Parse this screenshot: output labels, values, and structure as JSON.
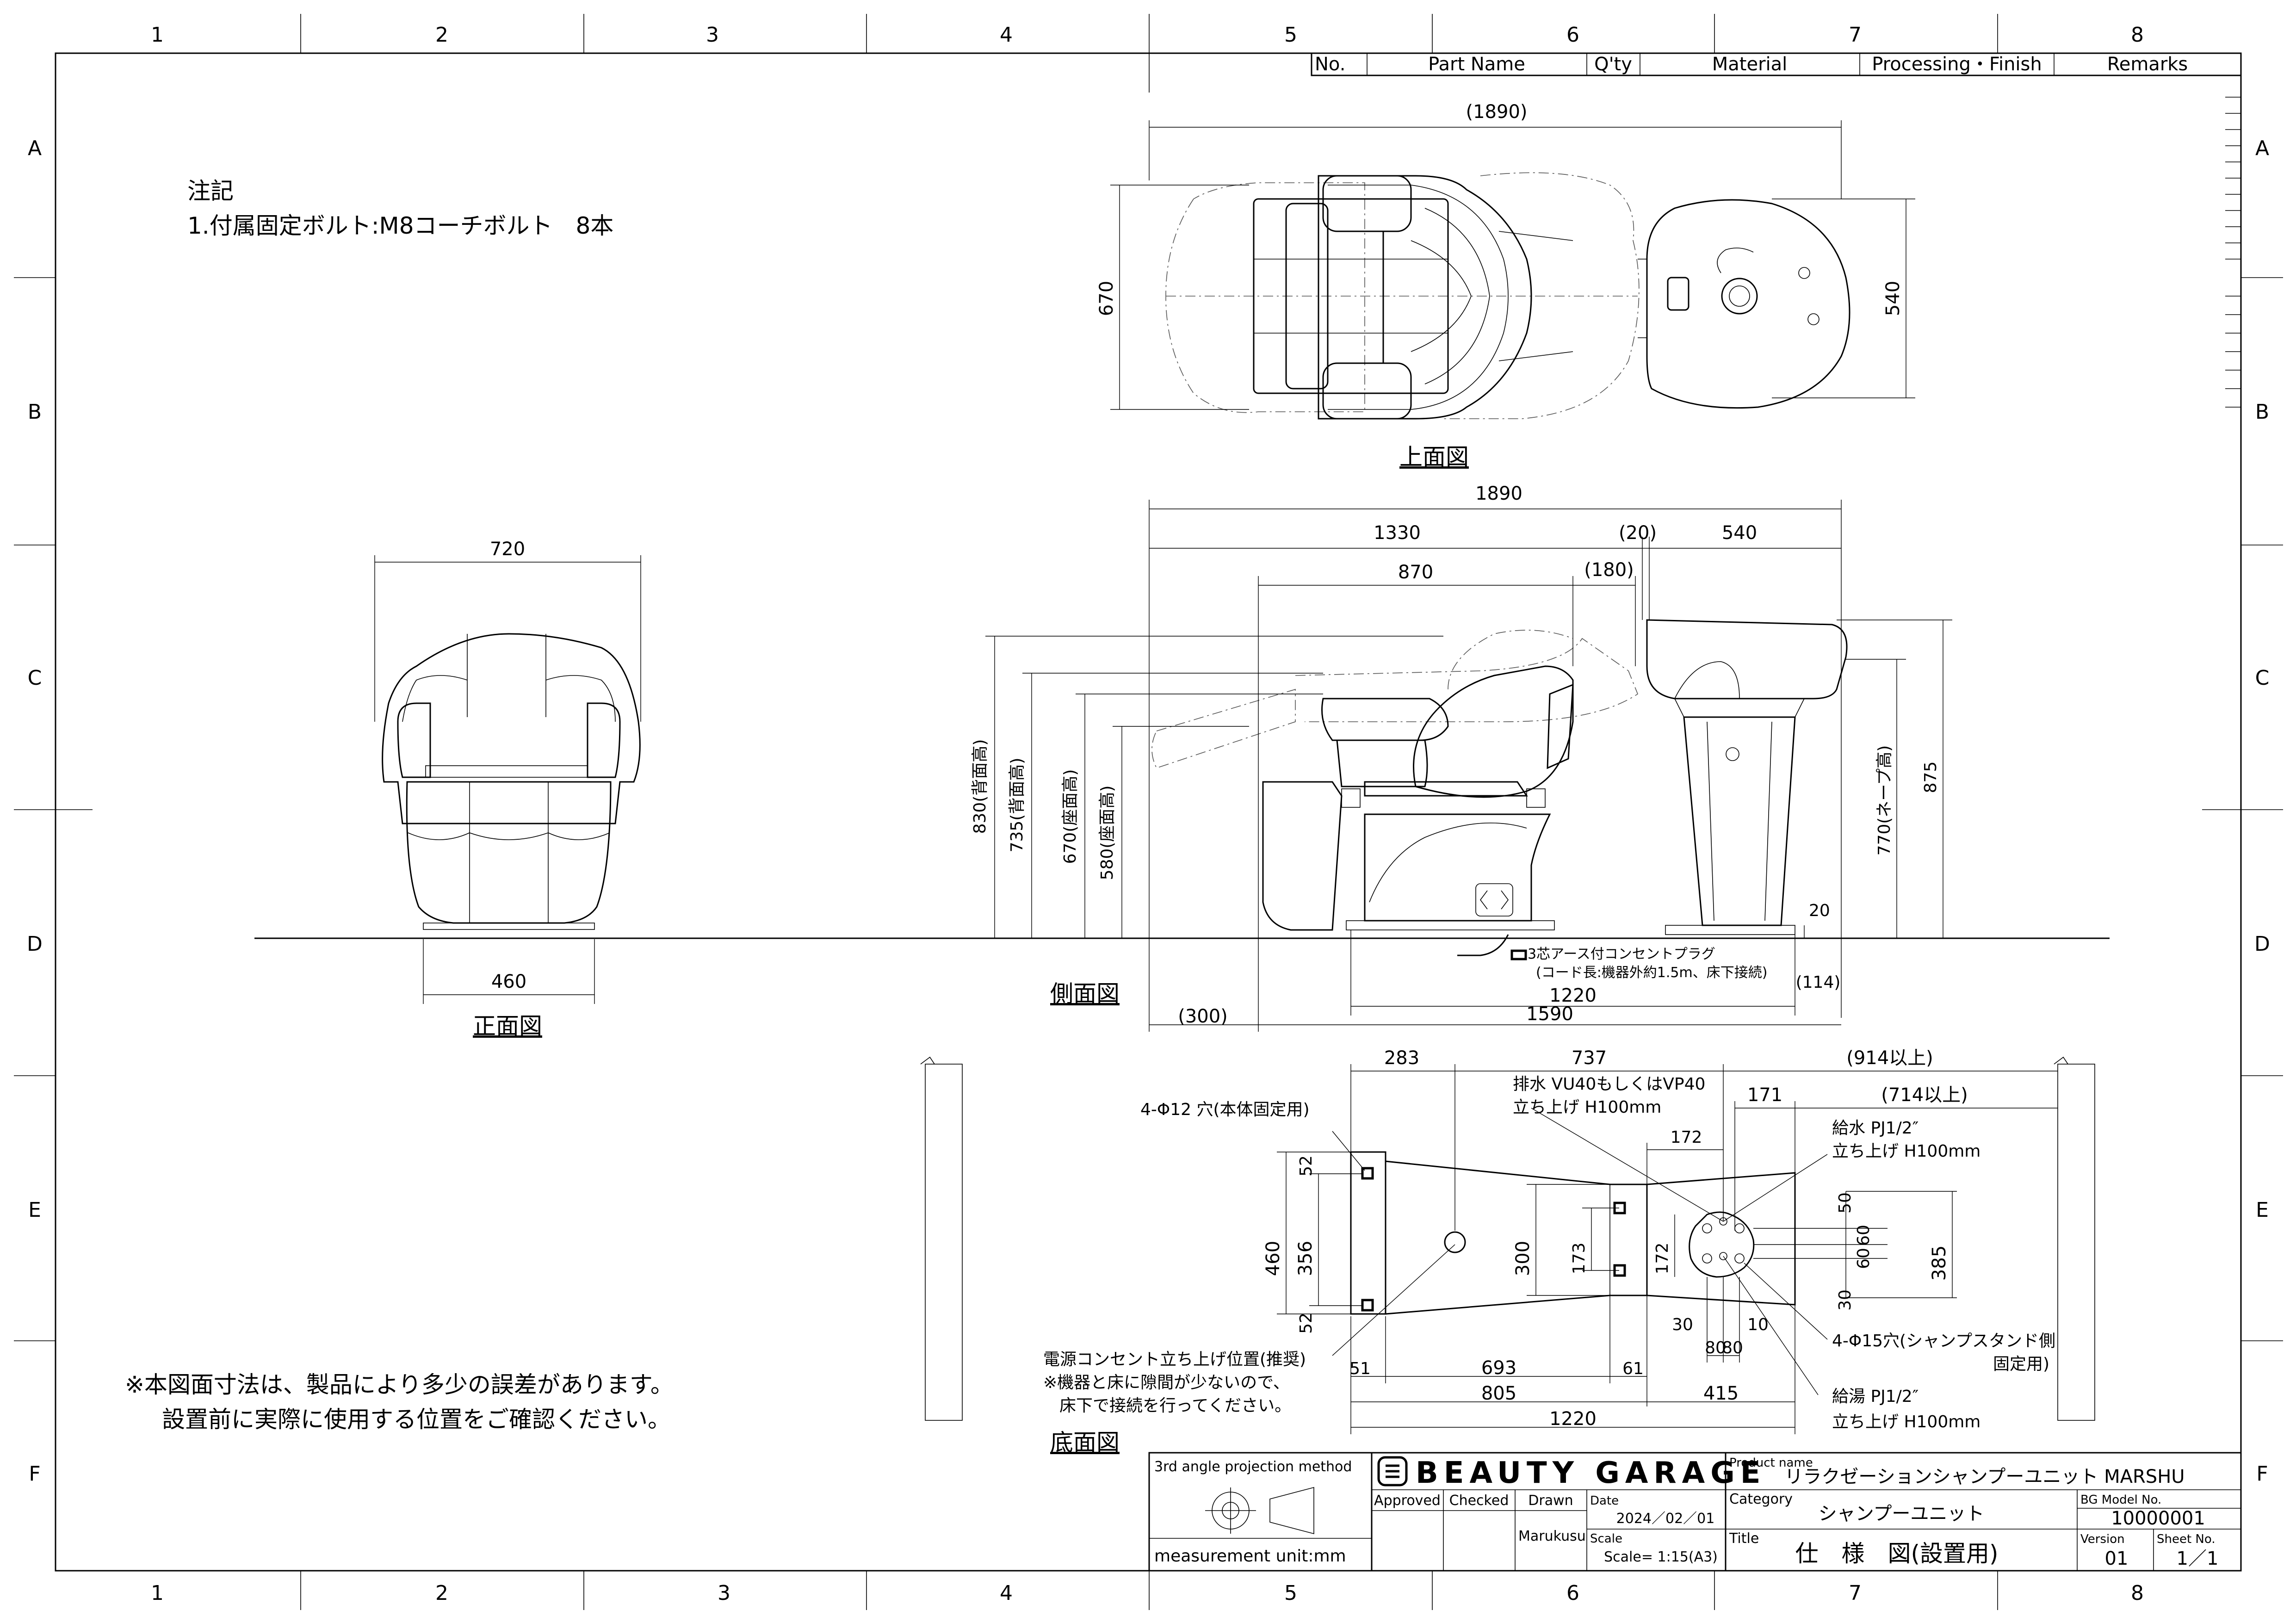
{
  "frame": {
    "columns": [
      "1",
      "2",
      "3",
      "4",
      "5",
      "6",
      "7",
      "8"
    ],
    "rows": [
      "A",
      "B",
      "C",
      "D",
      "E",
      "F"
    ]
  },
  "parts_table": {
    "headers": [
      "No.",
      "Part Name",
      "Q'ty",
      "Material",
      "Processing・Finish",
      "Remarks"
    ]
  },
  "notes": {
    "heading": "注記",
    "item1": "1.付属固定ボルト:M8コーチボルト　8本",
    "caution_line1": "※本図面寸法は、製品により多少の誤差があります。",
    "caution_line2": "設置前に実際に使用する位置をご確認ください。"
  },
  "views": {
    "top": {
      "label": "上面図",
      "dims": {
        "overall": "(1890)",
        "depth": "670",
        "bowl": "540"
      }
    },
    "front": {
      "label": "正面図",
      "dims": {
        "width": "720",
        "base": "460"
      }
    },
    "side": {
      "label": "側面図",
      "dims": {
        "overall": "1890",
        "chair": "1330",
        "gap": "(20)",
        "bowl": "540",
        "seat": "870",
        "recline": "(180)",
        "h_back_max": "830(背面高)",
        "h_back": "735(背面高)",
        "h_seat_max": "670(座面高)",
        "h_seat": "580(座面高)",
        "h_neck": "770(ネープ高)",
        "h_bowl": "875",
        "h_base": "20",
        "base_len": "1220",
        "total_len": "1590",
        "front_overhang": "(300)",
        "rear_gap": "(114)"
      },
      "plug_note_1": "3芯アース付コンセントプラグ",
      "plug_note_2": "(コード長:機器外約1.5m、床下接続)"
    },
    "bottom": {
      "label": "底面図",
      "dims": {
        "d283": "283",
        "d737": "737",
        "d914": "(914以上)",
        "d171": "171",
        "d714": "(714以上)",
        "d172a": "172",
        "d172b": "172",
        "d173": "173",
        "d300": "300",
        "d356": "356",
        "d460": "460",
        "d52a": "52",
        "d52b": "52",
        "d50": "50",
        "d60a": "60",
        "d60b": "60",
        "d385": "385",
        "d30a": "30",
        "d30b": "30",
        "d10": "10",
        "d80a": "80",
        "d80b": "80",
        "d51": "51",
        "d693": "693",
        "d61": "61",
        "d805": "805",
        "d415": "415",
        "d1220": "1220"
      },
      "note_bolt": "4-Φ12 穴(本体固定用)",
      "note_drain_1": "排水 VU40もしくはVP40",
      "note_drain_2": "立ち上げ H100mm",
      "note_water_1": "給水 PJ1/2″",
      "note_water_2": "立ち上げ  H100mm",
      "note_stand_1": "4-Φ15穴(シャンプスタンド側",
      "note_stand_2": "固定用)",
      "note_hot_1": "給湯 PJ1/2″",
      "note_hot_2": "立ち上げ  H100mm",
      "note_power_1": "電源コンセント立ち上げ位置(推奨)",
      "note_power_2": "※機器と床に隙間が少ないので、",
      "note_power_3": "床下で接続を行ってください。"
    }
  },
  "title_block": {
    "projection": "3rd angle projection method",
    "unit": "measurement unit:mm",
    "brand": "BEAUTY GARAGE",
    "approved": "Approved",
    "checked": "Checked",
    "drawn": "Drawn",
    "drawn_by": "Marukusu",
    "date_label": "Date",
    "date": "2024／02／01",
    "scale_label": "Scale",
    "scale": "Scale= 1:15(A3)",
    "product_label": "Product name",
    "product": "リラクゼーションシャンプーユニット MARSHU",
    "category_label": "Category",
    "category": "シャンプーユニット",
    "title_label": "Title",
    "title": "仕　様　図(設置用)",
    "model_label": "BG Model No.",
    "model": "10000001",
    "version_label": "Version",
    "version": "01",
    "sheet_label": "Sheet No.",
    "sheet": "1／1"
  }
}
